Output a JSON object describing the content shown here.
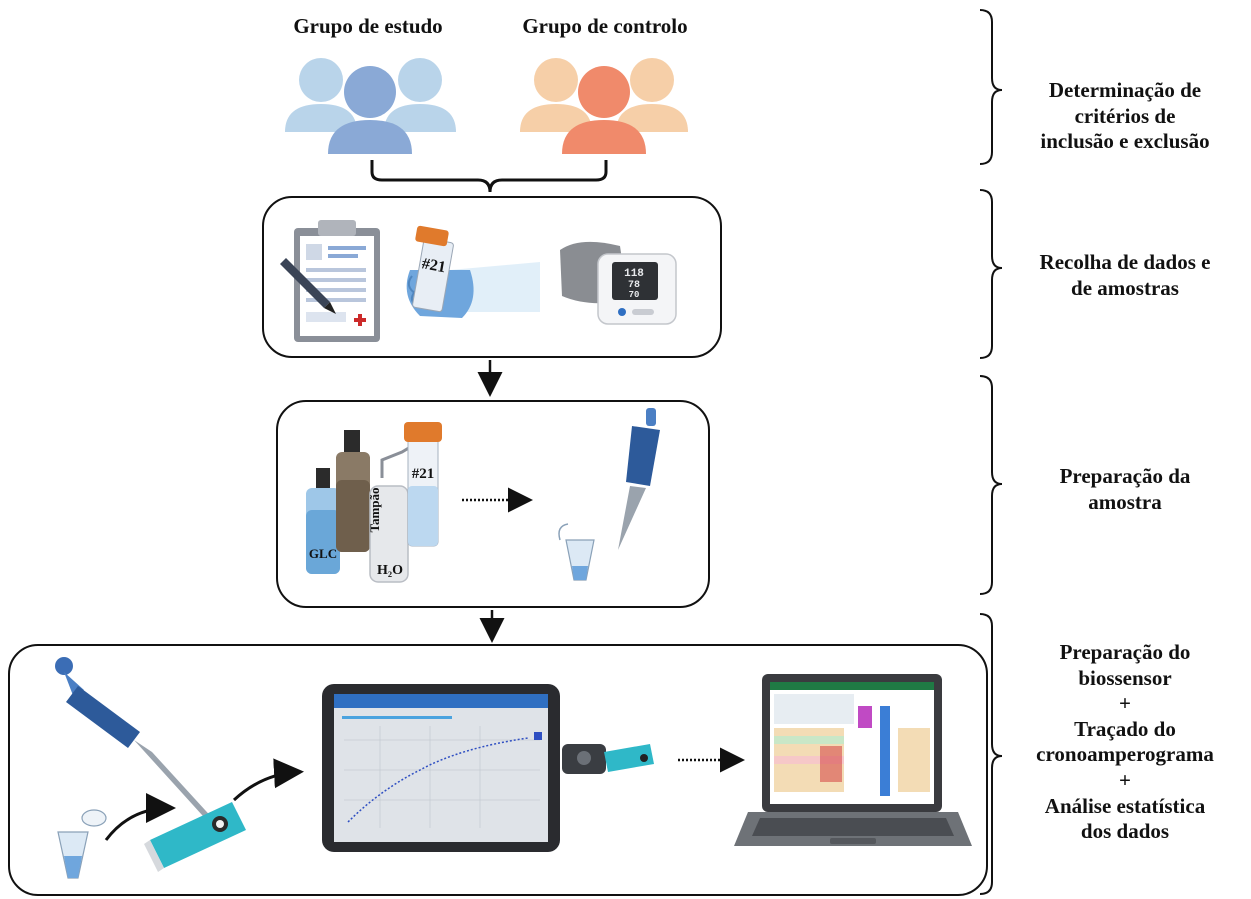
{
  "groups": {
    "study_label": "Grupo de estudo",
    "control_label": "Grupo de controlo"
  },
  "steps": [
    {
      "label": "Determinação de critérios de inclusão e exclusão",
      "lines": [
        "Determinação de",
        "critérios de",
        "inclusão e exclusão"
      ]
    },
    {
      "label": "Recolha de dados e de amostras",
      "lines": [
        "Recolha de dados e",
        "de amostras"
      ]
    },
    {
      "label": "Preparação da amostra",
      "lines": [
        "Preparação da",
        "amostra"
      ]
    },
    {
      "label": "Preparação do biossensor + Traçado do cronoamperograma + Análise estatística dos dados",
      "lines": [
        "Preparação do",
        "biossensor",
        "+",
        "Traçado do",
        "cronoamperograma",
        "+",
        "Análise estatística",
        "dos dados"
      ]
    }
  ],
  "labels": {
    "tube_id": "#21",
    "tube_id_2": "#21",
    "bp_monitor_readings": [
      "118",
      "78",
      "70"
    ],
    "bottle_glc": "GLC",
    "bottle_buffer": "Tampão",
    "bottle_water": "H₂O"
  },
  "colors": {
    "study_group": "#8aa9d6",
    "study_group_light": "#b9d4ea",
    "control_group": "#f08a6b",
    "control_group_light": "#f6cfa8",
    "glove": "#6fa6dd",
    "tube_cap": "#e07a2c",
    "pipette": "#2d5a9a",
    "electrode": "#2fb8c8"
  },
  "icons": [
    "people-group-icon",
    "clipboard-icon",
    "pen-icon",
    "gloved-hand-icon",
    "sample-tube-icon",
    "blood-pressure-monitor-icon",
    "dropper-bottle-icon",
    "wash-bottle-icon",
    "micropipette-icon",
    "microtube-icon",
    "tablet-icon",
    "potentiostat-icon",
    "electrode-strip-icon",
    "laptop-icon"
  ]
}
